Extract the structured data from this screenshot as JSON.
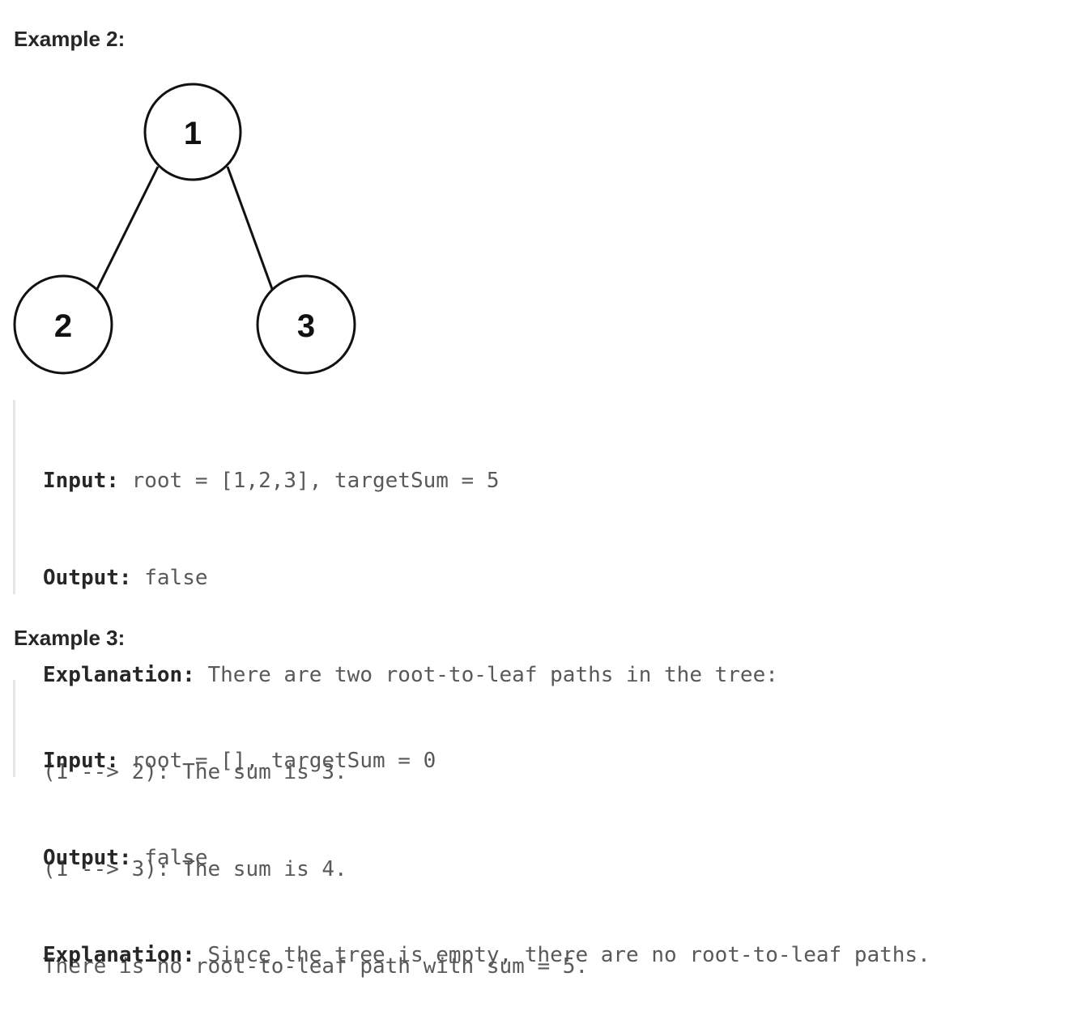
{
  "example2": {
    "heading": "Example 2:",
    "tree": {
      "nodes": [
        {
          "id": "n1",
          "label": "1"
        },
        {
          "id": "n2",
          "label": "2"
        },
        {
          "id": "n3",
          "label": "3"
        }
      ],
      "edges": [
        [
          "n1",
          "n2"
        ],
        [
          "n1",
          "n3"
        ]
      ]
    },
    "input_label": "Input:",
    "input_value": " root = [1,2,3], targetSum = 5",
    "output_label": "Output:",
    "output_value": " false",
    "explanation_label": "Explanation:",
    "explanation_value": " There are two root-to-leaf paths in the tree:",
    "lines": [
      "(1 --> 2): The sum is 3.",
      "(1 --> 3): The sum is 4.",
      "There is no root-to-leaf path with sum = 5."
    ]
  },
  "example3": {
    "heading": "Example 3:",
    "input_label": "Input:",
    "input_value": " root = [], targetSum = 0",
    "output_label": "Output:",
    "output_value": " false",
    "explanation_label": "Explanation:",
    "explanation_value": " Since the tree is empty, there are no root-to-leaf paths."
  }
}
